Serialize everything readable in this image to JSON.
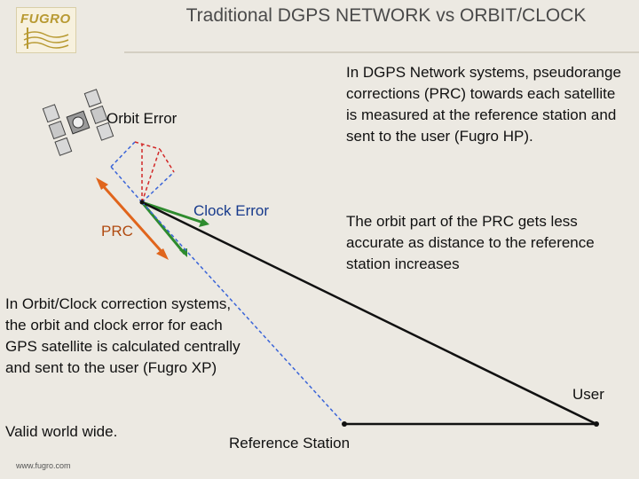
{
  "title": "Traditional DGPS NETWORK vs ORBIT/CLOCK",
  "logo": {
    "text": "FUGRO"
  },
  "diagram": {
    "labels": {
      "orbit_error": "Orbit Error",
      "clock_error": "Clock Error",
      "prc": "PRC",
      "user": "User",
      "reference_station": "Reference Station"
    },
    "colors": {
      "prc_line": "#e0651c",
      "clock_line": "#2e8b2e",
      "black_line": "#111111",
      "blue_dashed": "#3a64d8",
      "red_dashed": "#d22828"
    }
  },
  "text": {
    "dgps_paragraph": "In DGPS Network systems, pseudorange corrections (PRC) towards each satellite is measured at the reference station and sent to the user (Fugro HP).",
    "orbit_part_paragraph": "The orbit part of the PRC gets less accurate as distance to the reference station increases",
    "orbit_clock_paragraph": "In Orbit/Clock correction systems, the orbit and clock error for each GPS satellite is calculated centrally and sent to the user (Fugro XP)",
    "valid_text": "Valid world wide."
  },
  "footer": "www.fugro.com"
}
